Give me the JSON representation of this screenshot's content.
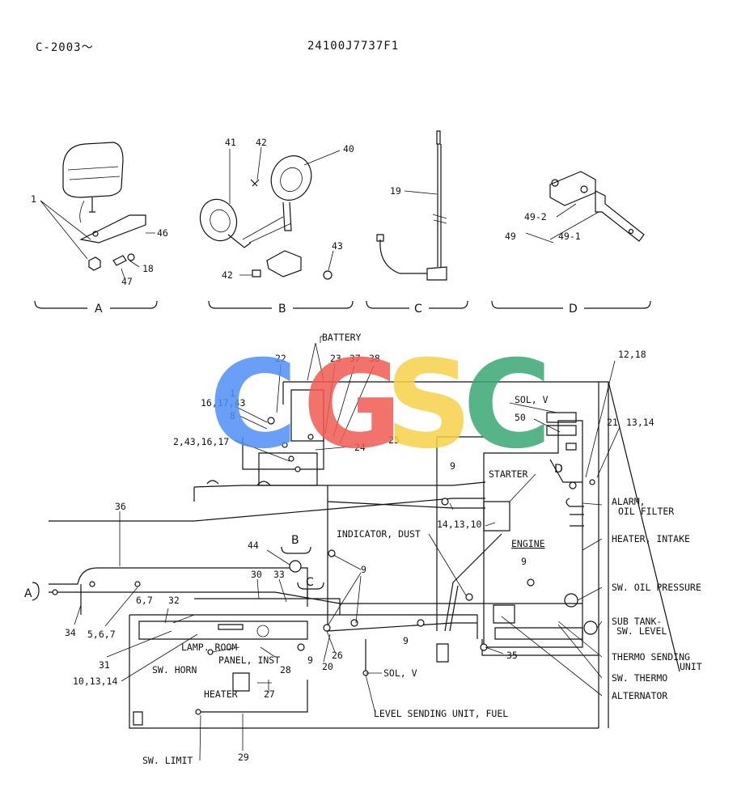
{
  "header": {
    "model_code": "C-2003～",
    "part_number": "24100J7737F1"
  },
  "watermark": {
    "letters": [
      "C",
      "G",
      "S",
      "C"
    ],
    "colors": [
      "#4f8ff5",
      "#ef5b52",
      "#f7d24a",
      "#3aa874"
    ]
  },
  "sections": {
    "a": "A",
    "b": "B",
    "c": "C",
    "d": "D"
  },
  "detail_callouts": {
    "a_1": "1",
    "a_46": "46",
    "a_18": "18",
    "a_47": "47",
    "b_41": "41",
    "b_42_top": "42",
    "b_40": "40",
    "b_43": "43",
    "b_42_bottom": "42",
    "c_19": "19",
    "d_49_2": "49-2",
    "d_49": "49",
    "d_49_1": "49-1"
  },
  "harness_labels": {
    "battery": "BATTERY",
    "sol_v_top": "SOL, V",
    "starter": "STARTER",
    "engine": "ENGINE",
    "alarm_oil_filter_1": "ALARM,",
    "alarm_oil_filter_2": "OIL FILTER",
    "heater_intake": "HEATER, INTAKE",
    "sw_oil_pressure": "SW. OIL PRESSURE",
    "sub_tank_1": "SUB TANK-",
    "sub_tank_2": "SW. LEVEL",
    "thermo_sending_1": "THERMO SENDING",
    "thermo_sending_2": "UNIT",
    "sw_thermo": "SW. THERMO",
    "alternator": "ALTERNATOR",
    "indicator_dust": "INDICATOR, DUST",
    "lamp_room": "LAMP. ROOM",
    "sw_horn": "SW. HORN",
    "panel_inst": "PANEL, INST",
    "heater": "HEATER",
    "sol_v_bottom": "SOL, V",
    "level_sending": "LEVEL SENDING UNIT, FUEL",
    "sw_limit": "SW. LIMIT"
  },
  "harness_callouts": {
    "n22": "22",
    "n23": "23",
    "n37": "37",
    "n38": "38",
    "n1": "1",
    "n16_17_43": "16,17,43",
    "n8": "8",
    "n2_43_16_17": "2,43,16,17",
    "n24": "24",
    "n25": "25",
    "n12_18": "12,18",
    "n50": "50",
    "n21": "21",
    "n13_14": "13,14",
    "n_d": "D",
    "n9_a": "9",
    "n36": "36",
    "n14_13_10": "14,13,10",
    "n44": "44",
    "n_b": "B",
    "n9_b": "9",
    "n9_c": "9",
    "n_a": "A",
    "n30": "30",
    "n33": "33",
    "n_c": "C",
    "n9_d": "9",
    "n34": "34",
    "n5_6_7": "5,6,7",
    "n6_7": "6,7",
    "n32": "32",
    "n35": "35",
    "n31": "31",
    "n10_13_14": "10,13,14",
    "n26": "26",
    "n28": "28",
    "n9_e": "9",
    "n20": "20",
    "n27": "27",
    "n29": "29"
  }
}
